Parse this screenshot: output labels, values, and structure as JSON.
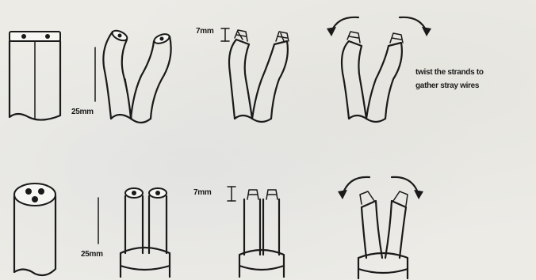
{
  "labels": {
    "row1_strip_length": "25mm",
    "row1_tip_length": "7mm",
    "row2_tip_length": "7mm",
    "row2_strip_length": "25mm",
    "note_line1": "twist the strands to",
    "note_line2": "gather stray wires"
  },
  "colors": {
    "ink": "#1a1a1a",
    "paper": "#ecebe6"
  },
  "icons": [
    "twist-arrow-icon"
  ]
}
